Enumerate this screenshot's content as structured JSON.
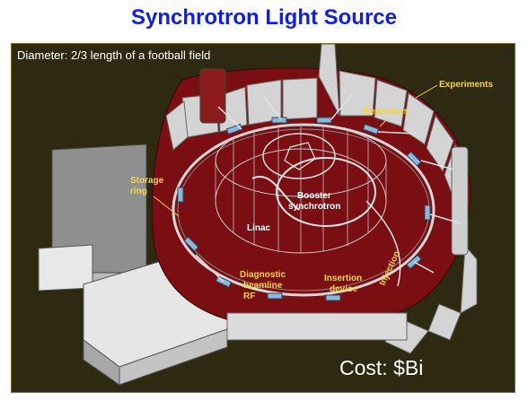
{
  "title": "Synchrotron Light Source",
  "caption": "Diameter: 2/3  length of a football field",
  "cost": "Cost: $Bi",
  "labels": {
    "experiments": "Experiments",
    "beamlines": "Beamlines",
    "storage_ring_1": "Storage",
    "storage_ring_2": "ring",
    "booster_1": "Booster",
    "booster_2": "synchrotron",
    "linac": "Linac",
    "diagnostic_1": "Diagnostic",
    "diagnostic_2": "beamline",
    "rf": "RF",
    "insertion_1": "Insertion",
    "insertion_2": "device",
    "injection": "Injection"
  },
  "colors": {
    "title": "#1420d6",
    "background": "#2e2a12",
    "floor": "#7a0e12",
    "walls": "#cfcfcf",
    "label": "#f2d34c"
  }
}
